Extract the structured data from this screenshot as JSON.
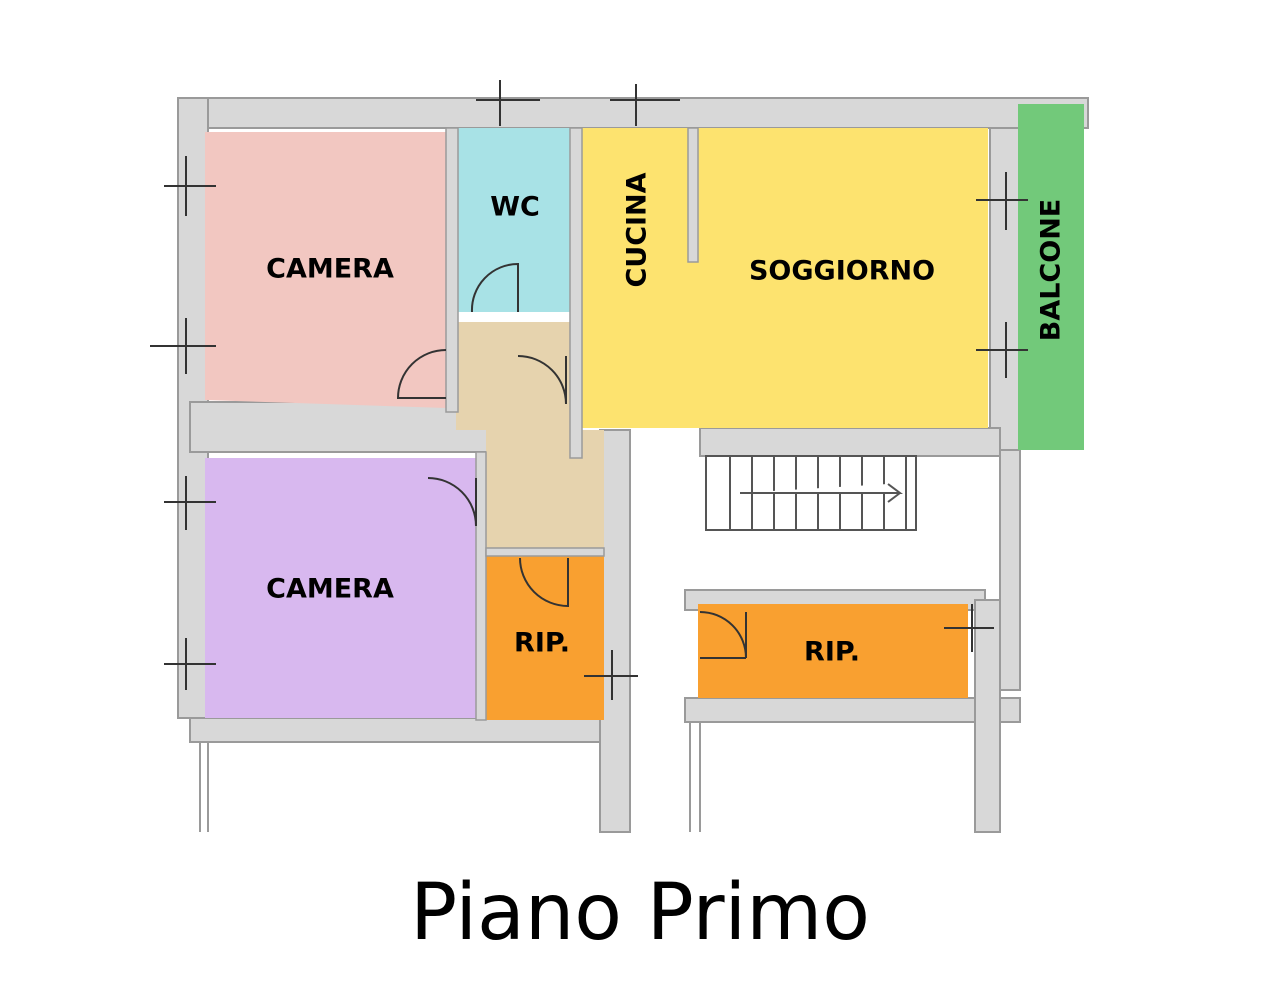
{
  "title": "Piano Primo",
  "colors": {
    "wall": "#d8d8d8",
    "wall_outline": "#9a9a9a",
    "camera_1": "#f2c7c1",
    "camera_2": "#d8b8ef",
    "wc": "#a8e2e6",
    "cucina_soggiorno": "#fde36f",
    "balcone": "#72c97a",
    "disimpegno": "#e6d3ae",
    "ripostiglio": "#f9a030",
    "stairs": "#ffffff"
  },
  "rooms": [
    {
      "id": "camera-1",
      "label": "CAMERA"
    },
    {
      "id": "wc",
      "label": "WC"
    },
    {
      "id": "cucina",
      "label": "CUCINA"
    },
    {
      "id": "soggiorno",
      "label": "SOGGIORNO"
    },
    {
      "id": "balcone",
      "label": "BALCONE"
    },
    {
      "id": "camera-2",
      "label": "CAMERA"
    },
    {
      "id": "rip-1",
      "label": "RIP."
    },
    {
      "id": "rip-2",
      "label": "RIP."
    }
  ]
}
